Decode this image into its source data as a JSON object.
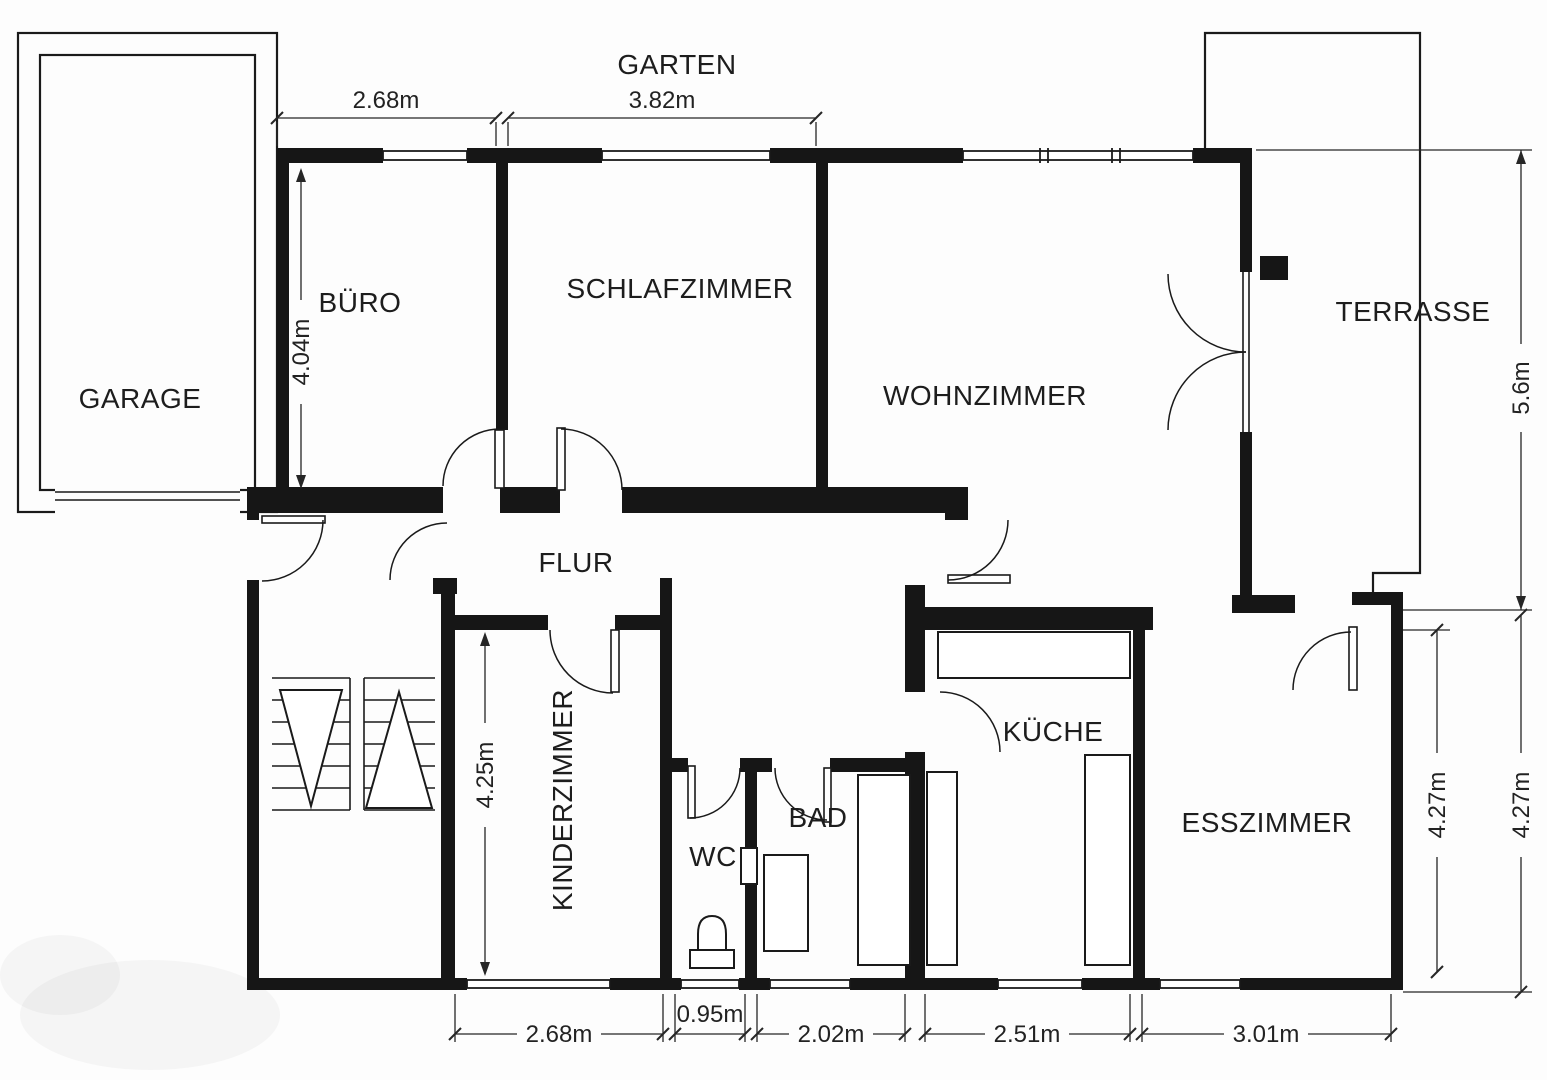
{
  "rooms": {
    "garten": "GARTEN",
    "garage": "GARAGE",
    "buero": "BÜRO",
    "schlafzimmer": "SCHLAFZIMMER",
    "wohnzimmer": "WOHNZIMMER",
    "terrasse": "TERRASSE",
    "flur": "FLUR",
    "kinderzimmer": "KINDERZIMMER",
    "wc": "WC",
    "bad": "BAD",
    "kueche": "KÜCHE",
    "esszimmer": "ESSZIMMER"
  },
  "dimensions": {
    "buero_width": "2.68m",
    "schlafzimmer_width": "3.82m",
    "buero_depth": "4.04m",
    "terrasse_depth": "5.6m",
    "kinderzimmer_depth": "4.25m",
    "esszimmer_depth_inner": "4.27m",
    "esszimmer_depth_outer": "4.27m",
    "kinderzimmer_width": "2.68m",
    "wc_width": "0.95m",
    "bad_width": "2.02m",
    "kueche_width": "2.51m",
    "esszimmer_width": "3.01m"
  },
  "colors": {
    "ink": "#1b1b1b",
    "wall": "#151515",
    "paper": "#fdfdfd"
  }
}
